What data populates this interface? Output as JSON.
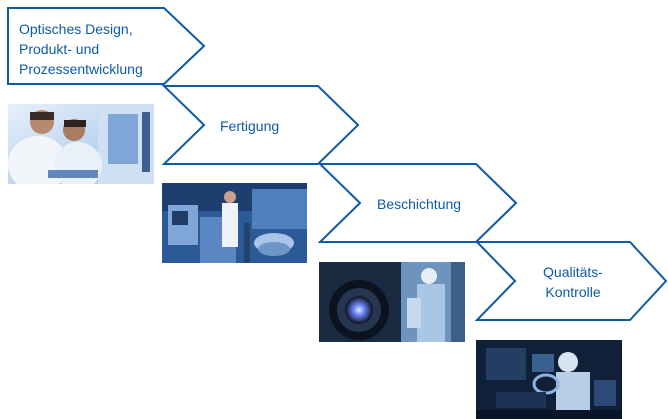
{
  "steps": [
    {
      "id": "design",
      "lines": [
        "Optisches Design,",
        "Produkt- und",
        "Prozessentwicklung"
      ]
    },
    {
      "id": "fertigung",
      "lines": [
        "Fertigung"
      ]
    },
    {
      "id": "beschichtung",
      "lines": [
        "Beschichtung"
      ]
    },
    {
      "id": "qualitaet",
      "lines": [
        "Qualitäts-",
        "Kontrolle"
      ]
    }
  ],
  "colors": {
    "arrow_stroke": "#0d5aa7",
    "text": "#0d5aa7",
    "photo_tone": "#2f6db5"
  },
  "photos": [
    {
      "id": "lab-engineers",
      "subject": "engineers in lab coats at a workstation"
    },
    {
      "id": "machine-operator",
      "subject": "operator at a manufacturing machine"
    },
    {
      "id": "coating-chamber",
      "subject": "technician in cleanroom suit beside a glowing coating chamber"
    },
    {
      "id": "quality-inspection",
      "subject": "inspector examining a lens in a dark lab"
    }
  ]
}
